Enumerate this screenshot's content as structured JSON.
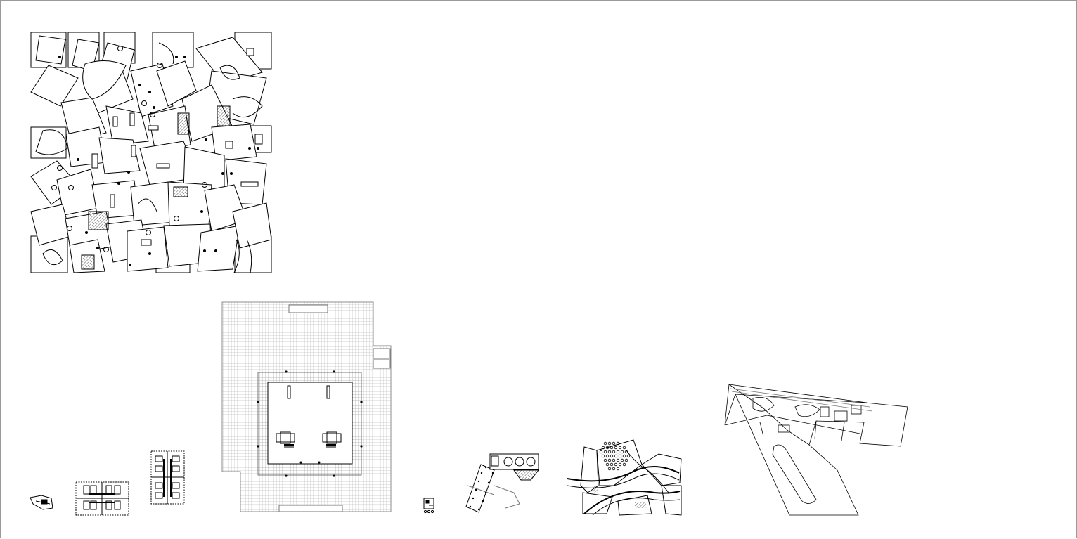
{
  "sheet": {
    "background": "#ffffff",
    "line_color": "#000000",
    "grid_color": "#9c9c9c",
    "hatch_color": "#555555"
  },
  "drawings": [
    {
      "id": "collage-plan",
      "kind": "collage of fragmented floor plans"
    },
    {
      "id": "tiny-house-plan",
      "kind": "small building plan"
    },
    {
      "id": "four-unit-housing-plan",
      "kind": "column-grid housing plan"
    },
    {
      "id": "tower-housing-plan",
      "kind": "column-grid tower plan"
    },
    {
      "id": "large-gridded-hall-plan",
      "kind": "large hall plan with dense grid"
    },
    {
      "id": "small-pavilion-plan",
      "kind": "small pavilion plan"
    },
    {
      "id": "angled-building-plan",
      "kind": "angled building plan"
    },
    {
      "id": "curved-site-plan",
      "kind": "site plan with curved paths and dot grid"
    },
    {
      "id": "large-site-plan",
      "kind": "large site plan"
    }
  ]
}
